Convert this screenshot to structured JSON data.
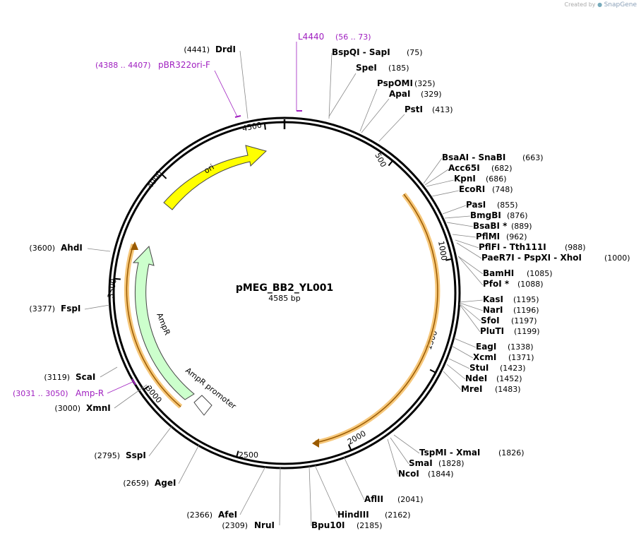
{
  "watermark": {
    "prefix": "Created by",
    "brand": "SnapGene"
  },
  "plasmid": {
    "name": "pMEG_BB2_YL001",
    "size_label": "4585 bp",
    "length": 4585
  },
  "ticks": [
    "500",
    "1000",
    "1500",
    "2000",
    "2500",
    "3000",
    "3500",
    "4000",
    "4500"
  ],
  "features": [
    {
      "name": "ori",
      "color": "#ffff00"
    },
    {
      "name": "AmpR",
      "color": "#ccffcc"
    },
    {
      "name": "AmpR promoter",
      "color": "#ffffff"
    }
  ],
  "primers": [
    {
      "name": "L4440",
      "range": "(56 .. 73)"
    },
    {
      "name": "pBR322ori-F",
      "range": "(4388 .. 4407)"
    },
    {
      "name": "Amp-R",
      "range": "(3031 .. 3050)"
    }
  ],
  "enzymes": [
    {
      "names": [
        "BspQI",
        "-",
        "SapI"
      ],
      "pos": "(75)"
    },
    {
      "names": [
        "SpeI"
      ],
      "pos": "(185)"
    },
    {
      "names": [
        "PspOMI"
      ],
      "pos": "(325)"
    },
    {
      "names": [
        "ApaI"
      ],
      "pos": "(329)"
    },
    {
      "names": [
        "PstI"
      ],
      "pos": "(413)"
    },
    {
      "names": [
        "BsaAI",
        "-",
        "SnaBI"
      ],
      "pos": "(663)"
    },
    {
      "names": [
        "Acc65I"
      ],
      "pos": "(682)"
    },
    {
      "names": [
        "KpnI"
      ],
      "pos": "(686)"
    },
    {
      "names": [
        "EcoRI"
      ],
      "pos": "(748)"
    },
    {
      "names": [
        "PasI"
      ],
      "pos": "(855)"
    },
    {
      "names": [
        "BmgBI"
      ],
      "pos": "(876)"
    },
    {
      "names": [
        "BsaBI *"
      ],
      "pos": "(889)"
    },
    {
      "names": [
        "PflMI"
      ],
      "pos": "(962)"
    },
    {
      "names": [
        "PflFI",
        "-",
        "Tth111I"
      ],
      "pos": "(988)"
    },
    {
      "names": [
        "PaeR7I",
        "-",
        "PspXI",
        "-",
        "XhoI"
      ],
      "pos": "(1000)"
    },
    {
      "names": [
        "BamHI"
      ],
      "pos": "(1085)"
    },
    {
      "names": [
        "PfoI *"
      ],
      "pos": "(1088)"
    },
    {
      "names": [
        "KasI"
      ],
      "pos": "(1195)"
    },
    {
      "names": [
        "NarI"
      ],
      "pos": "(1196)"
    },
    {
      "names": [
        "SfoI"
      ],
      "pos": "(1197)"
    },
    {
      "names": [
        "PluTI"
      ],
      "pos": "(1199)"
    },
    {
      "names": [
        "EagI"
      ],
      "pos": "(1338)"
    },
    {
      "names": [
        "XcmI"
      ],
      "pos": "(1371)"
    },
    {
      "names": [
        "StuI"
      ],
      "pos": "(1423)"
    },
    {
      "names": [
        "NdeI"
      ],
      "pos": "(1452)"
    },
    {
      "names": [
        "MreI"
      ],
      "pos": "(1483)"
    },
    {
      "names": [
        "TspMI",
        "-",
        "XmaI"
      ],
      "pos": "(1826)"
    },
    {
      "names": [
        "SmaI"
      ],
      "pos": "(1828)"
    },
    {
      "names": [
        "NcoI"
      ],
      "pos": "(1844)"
    },
    {
      "names": [
        "AflII"
      ],
      "pos": "(2041)"
    },
    {
      "names": [
        "HindIII"
      ],
      "pos": "(2162)"
    },
    {
      "names": [
        "Bpu10I"
      ],
      "pos": "(2185)"
    },
    {
      "names": [
        "AfeI"
      ],
      "pos": "(2366)"
    },
    {
      "names": [
        "NruI"
      ],
      "pos": "(2309)"
    },
    {
      "names": [
        "AgeI"
      ],
      "pos": "(2659)"
    },
    {
      "names": [
        "SspI"
      ],
      "pos": "(2795)"
    },
    {
      "names": [
        "XmnI"
      ],
      "pos": "(3000)"
    },
    {
      "names": [
        "ScaI"
      ],
      "pos": "(3119)"
    },
    {
      "names": [
        "FspI"
      ],
      "pos": "(3377)"
    },
    {
      "names": [
        "AhdI"
      ],
      "pos": "(3600)"
    },
    {
      "names": [
        "DrdI"
      ],
      "pos": "(4441)"
    }
  ]
}
